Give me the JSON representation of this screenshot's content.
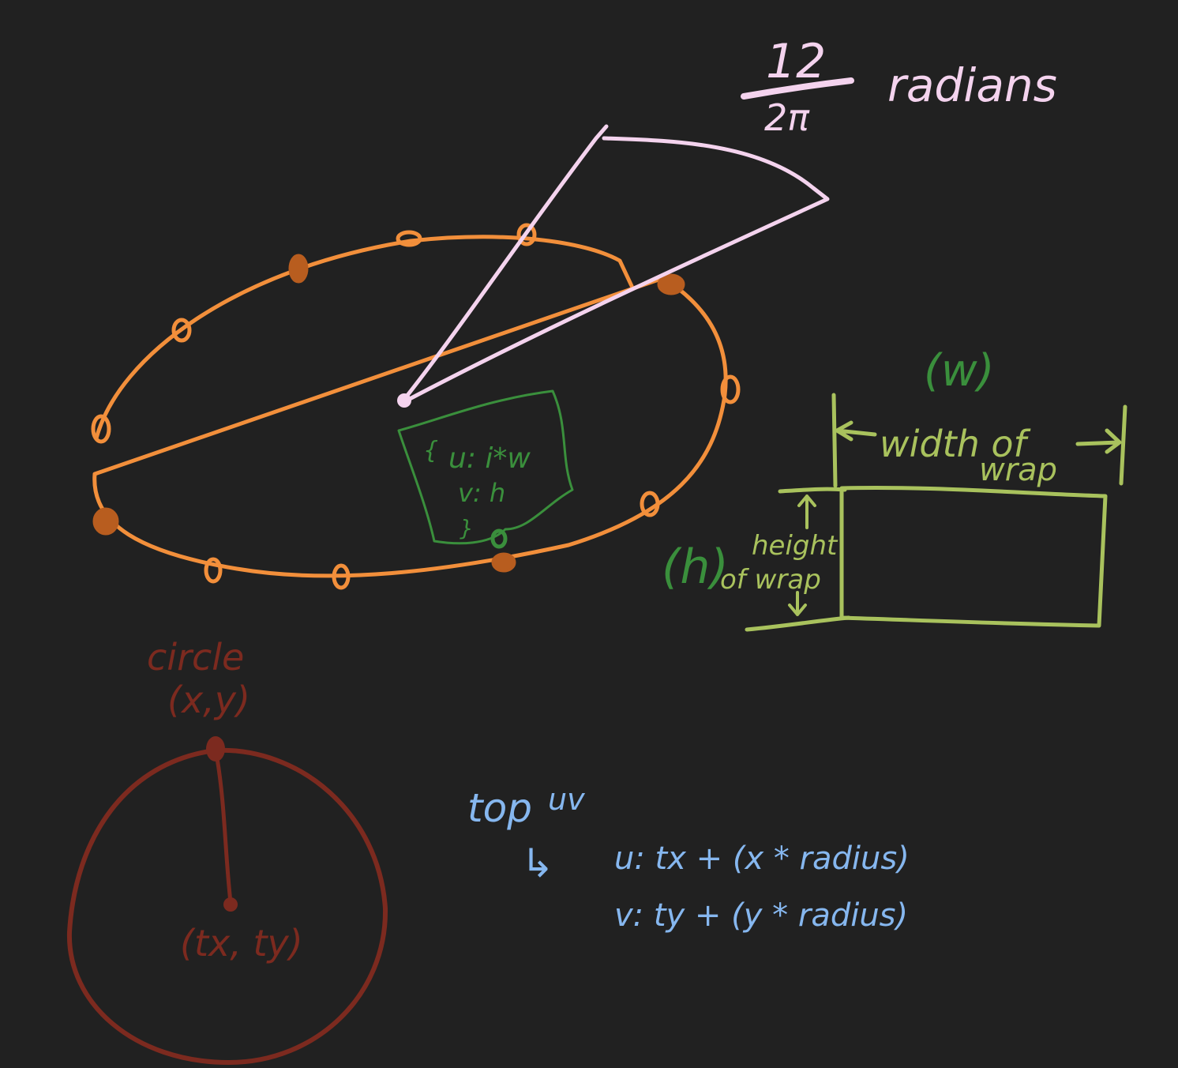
{
  "colors": {
    "background": "#212121",
    "ellipse": "#f28f3b",
    "ellipse_dot": "#b85d1f",
    "wedge": "#f4d3ee",
    "green_note": "#3a8f3c",
    "wrap_rect": "#a9c25d",
    "circle": "#7c2a1f",
    "blue_note": "#86b7ef"
  },
  "fraction": {
    "numerator": "12",
    "denominator": "2π",
    "unit": "radians"
  },
  "uv_box": {
    "open_brace": "{",
    "line_u": "u: i*w",
    "line_v": "v:  h",
    "close_brace": "}"
  },
  "wrap": {
    "w_symbol": "(w)",
    "width_label_line1": "width of",
    "width_label_line2": "wrap",
    "h_symbol": "(h)",
    "height_label_line1": "height",
    "height_label_line2": "of wrap"
  },
  "circle": {
    "label": "circle",
    "point": "(x,y)",
    "center": "(tx, ty)"
  },
  "top_uv": {
    "title": "top",
    "uv": "uv",
    "arrow": "↳",
    "u_line": "u:  tx + (x * radius)",
    "v_line": "v:  ty + (y * radius)"
  }
}
